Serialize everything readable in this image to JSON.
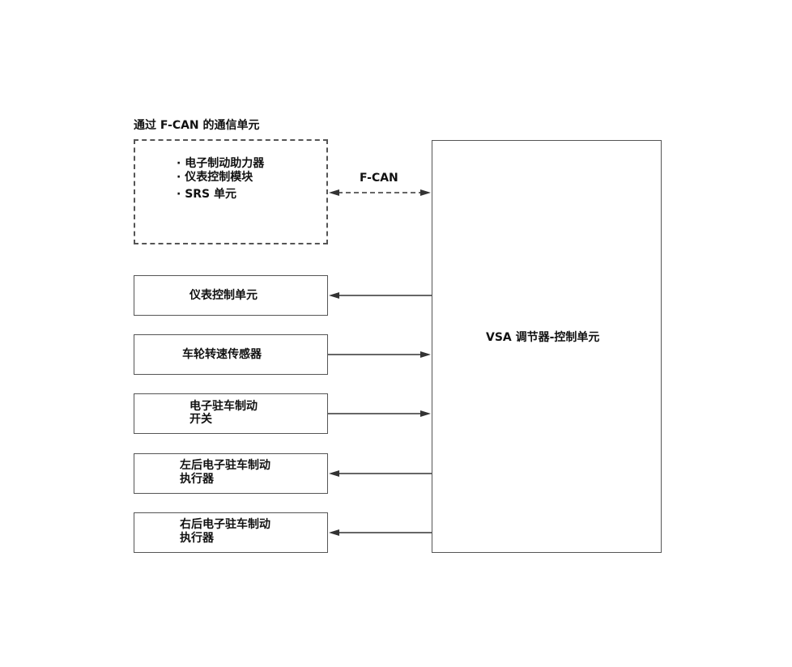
{
  "group": {
    "title": "通过 F-CAN 的通信单元",
    "items": [
      "· 电子制动助力器",
      "· 仪表控制模块",
      "· SRS 单元"
    ]
  },
  "bus_label": "F-CAN",
  "main_unit": "VSA 调节器-控制单元",
  "units": [
    {
      "lines": [
        "仪表控制单元"
      ],
      "direction": "from-main"
    },
    {
      "lines": [
        "车轮转速传感器"
      ],
      "direction": "to-main"
    },
    {
      "lines": [
        "电子驻车制动",
        "开关"
      ],
      "direction": "to-main"
    },
    {
      "lines": [
        "左后电子驻车制动",
        "执行器"
      ],
      "direction": "from-main"
    },
    {
      "lines": [
        "右后电子驻车制动",
        "执行器"
      ],
      "direction": "from-main"
    }
  ]
}
